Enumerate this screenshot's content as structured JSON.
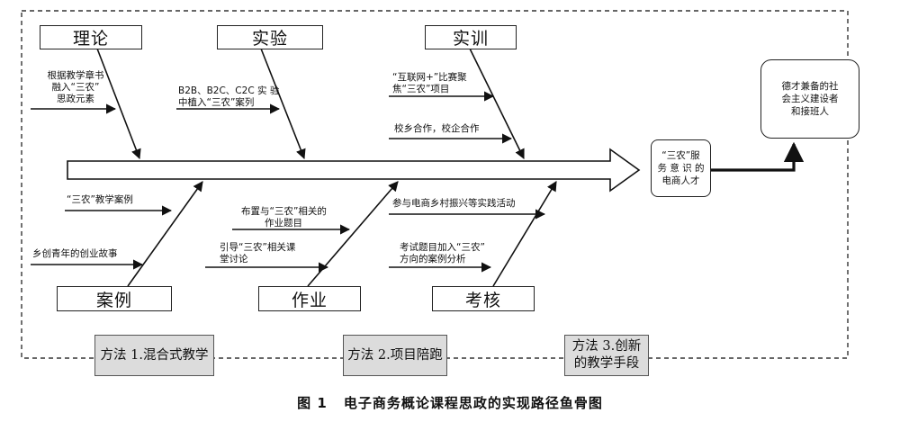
{
  "top_categories": [
    {
      "label": "理论"
    },
    {
      "label": "实验"
    },
    {
      "label": "实训"
    }
  ],
  "bottom_categories": [
    {
      "label": "案例"
    },
    {
      "label": "作业"
    },
    {
      "label": "考核"
    }
  ],
  "annotations": {
    "theory": [
      "根据教学章书",
      "融入“三农”",
      "思政元素"
    ],
    "experiment": [
      "B2B、B2C、C2C 实 验",
      "中植入“三农”案列"
    ],
    "training_1": [
      "“互联网+”比赛聚",
      "焦“三农”项目"
    ],
    "training_2": [
      "校乡合作，校企合作"
    ],
    "case_1": [
      "“三农”教学案例"
    ],
    "case_2": [
      "乡创青年的创业故事"
    ],
    "homework_1": [
      "布置与“三农”相关的",
      "作业题目"
    ],
    "homework_2": [
      "引导“三农”相关课",
      "堂讨论"
    ],
    "exam_1": [
      "参与电商乡村振兴等实践活动"
    ],
    "exam_2": [
      "考试题目加入“三农”",
      "方向的案例分析"
    ]
  },
  "head_box": [
    "“三农”服",
    "务 意 识 的",
    "电商人才"
  ],
  "goal_box": [
    "德才兼备的社",
    "会主义建设者",
    "和接班人"
  ],
  "methods": [
    {
      "label": "方法 1.混合式教学"
    },
    {
      "label": "方法 2.项目陪跑"
    },
    {
      "label": "方法 3.创新\n的教学手段"
    }
  ],
  "caption": {
    "number": "图 1",
    "title": "电子商务概论课程思政的实现路径鱼骨图"
  }
}
